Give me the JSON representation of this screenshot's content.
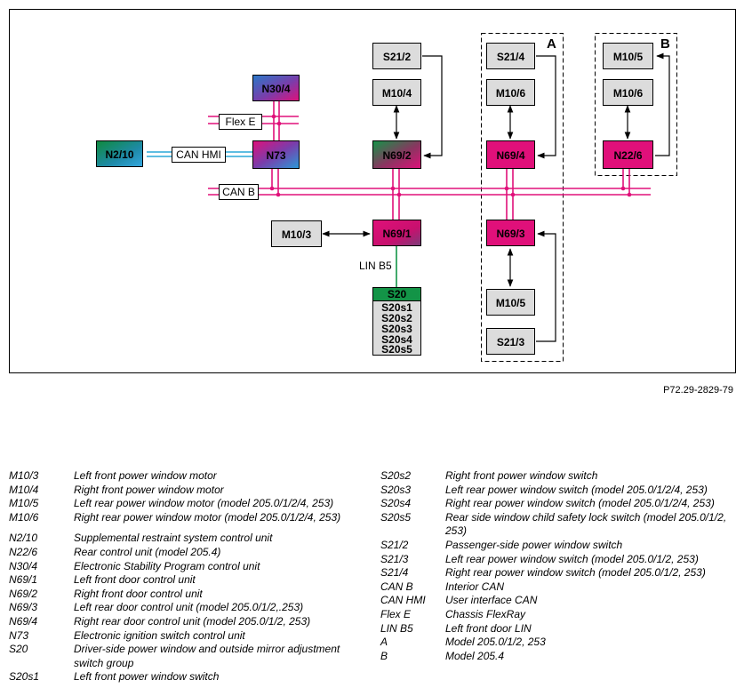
{
  "diagram": {
    "nodes": {
      "n30_4": "N30/4",
      "n2_10": "N2/10",
      "n73": "N73",
      "s21_2": "S21/2",
      "m10_4": "M10/4",
      "n69_2": "N69/2",
      "n69_1": "N69/1",
      "m10_3": "M10/3",
      "s20": "S20",
      "s20s1": "S20s1",
      "s20s2": "S20s2",
      "s20s3": "S20s3",
      "s20s4": "S20s4",
      "s20s5": "S20s5",
      "s21_4": "S21/4",
      "m10_6a": "M10/6",
      "n69_4": "N69/4",
      "n69_3": "N69/3",
      "m10_5a": "M10/5",
      "s21_3": "S21/3",
      "m10_5b": "M10/5",
      "m10_6b": "M10/6",
      "n22_6": "N22/6"
    },
    "buses": {
      "flex_e": "Flex E",
      "can_hmi": "CAN HMI",
      "can_b": "CAN B",
      "lin_b5": "LIN B5"
    },
    "groups": {
      "a": "A",
      "b": "B"
    },
    "figure_ref": "P72.29-2829-79"
  },
  "legend": {
    "left": [
      {
        "code": "M10/3",
        "desc": "Left front power window motor"
      },
      {
        "code": "M10/4",
        "desc": "Right front power window motor"
      },
      {
        "code": "M10/5",
        "desc": "Left rear power window motor (model 205.0/1/2/4, 253)"
      },
      {
        "code": "M10/6",
        "desc": "Right rear power window motor (model 205.0/1/2/4, 253)"
      },
      {
        "code": "N2/10",
        "desc": "Supplemental restraint system control unit"
      },
      {
        "code": "N22/6",
        "desc": "Rear control unit (model 205.4)"
      },
      {
        "code": "N30/4",
        "desc": "Electronic Stability Program control unit"
      },
      {
        "code": "N69/1",
        "desc": "Left front door control unit"
      },
      {
        "code": "N69/2",
        "desc": "Right front door control unit"
      },
      {
        "code": "N69/3",
        "desc": "Left rear door control unit (model 205.0/1/2,.253)"
      },
      {
        "code": "N69/4",
        "desc": "Right rear door control unit (model 205.0/1/2, 253)"
      },
      {
        "code": "N73",
        "desc": "Electronic ignition switch control unit"
      },
      {
        "code": "S20",
        "desc": "Driver-side power window and outside mirror adjustment switch group"
      },
      {
        "code": "S20s1",
        "desc": "Left front power window switch"
      }
    ],
    "right": [
      {
        "code": "S20s2",
        "desc": "Right front power window switch"
      },
      {
        "code": "S20s3",
        "desc": "Left rear power window switch (model 205.0/1/2/4, 253)"
      },
      {
        "code": "S20s4",
        "desc": "Right rear power window switch (model 205.0/1/2/4, 253)"
      },
      {
        "code": "S20s5",
        "desc": "Rear side window child safety lock switch (model 205.0/1/2, 253)"
      },
      {
        "code": "S21/2",
        "desc": "Passenger-side power window switch"
      },
      {
        "code": "S21/3",
        "desc": "Left rear power window switch (model 205.0/1/2, 253)"
      },
      {
        "code": "S21/4",
        "desc": "Right rear power window switch (model 205.0/1/2, 253)"
      },
      {
        "code": "CAN B",
        "desc": "Interior CAN"
      },
      {
        "code": "CAN HMI",
        "desc": "User interface CAN"
      },
      {
        "code": "Flex E",
        "desc": "Chassis FlexRay"
      },
      {
        "code": "LIN B5",
        "desc": "Left front door LIN"
      },
      {
        "code": "A",
        "desc": "Model 205.0/1/2, 253"
      },
      {
        "code": "B",
        "desc": "Model 205.4"
      }
    ]
  }
}
